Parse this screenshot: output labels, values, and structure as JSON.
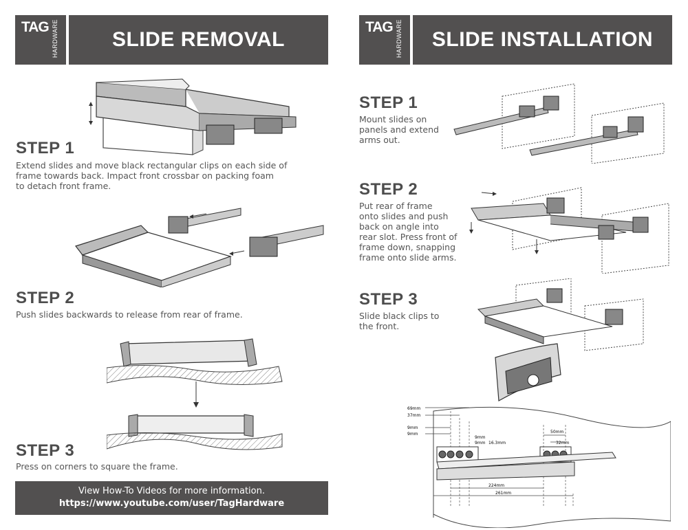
{
  "brand": {
    "name": "TAG",
    "sub": "HARDWARE"
  },
  "removal": {
    "title": "SLIDE REMOVAL",
    "steps": [
      {
        "label": "STEP 1",
        "lines": [
          "Extend slides and move black rectangular clips on each side of",
          "frame towards back. Impact front crossbar on packing foam",
          "to detach front frame."
        ]
      },
      {
        "label": "STEP 2",
        "lines": [
          "Push slides backwards to release from rear of frame."
        ]
      },
      {
        "label": "STEP 3",
        "lines": [
          "Press on corners to square the frame."
        ]
      }
    ]
  },
  "installation": {
    "title": "SLIDE INSTALLATION",
    "steps": [
      {
        "label": "STEP 1",
        "lines": [
          "Mount slides on",
          "panels and extend",
          "arms out."
        ]
      },
      {
        "label": "STEP 2",
        "lines": [
          "Put rear of frame",
          "onto slides and push",
          "back on angle into",
          "rear slot. Press front of",
          "frame down, snapping",
          "frame onto slide arms."
        ]
      },
      {
        "label": "STEP 3",
        "lines": [
          "Slide black clips to",
          "the front."
        ]
      }
    ]
  },
  "footer": {
    "line1": "View How-To Videos for more information.",
    "line2": "https://www.youtube.com/user/TagHardware"
  },
  "dimensions": {
    "d69": "69mm",
    "d37": "37mm",
    "d9a": "9mm",
    "d9b": "9mm",
    "d9c": "9mm",
    "d9d": "9mm",
    "d163": "16.3mm",
    "d50": "50mm",
    "d32": "32mm",
    "d224": "224mm",
    "d261": "261mm"
  }
}
